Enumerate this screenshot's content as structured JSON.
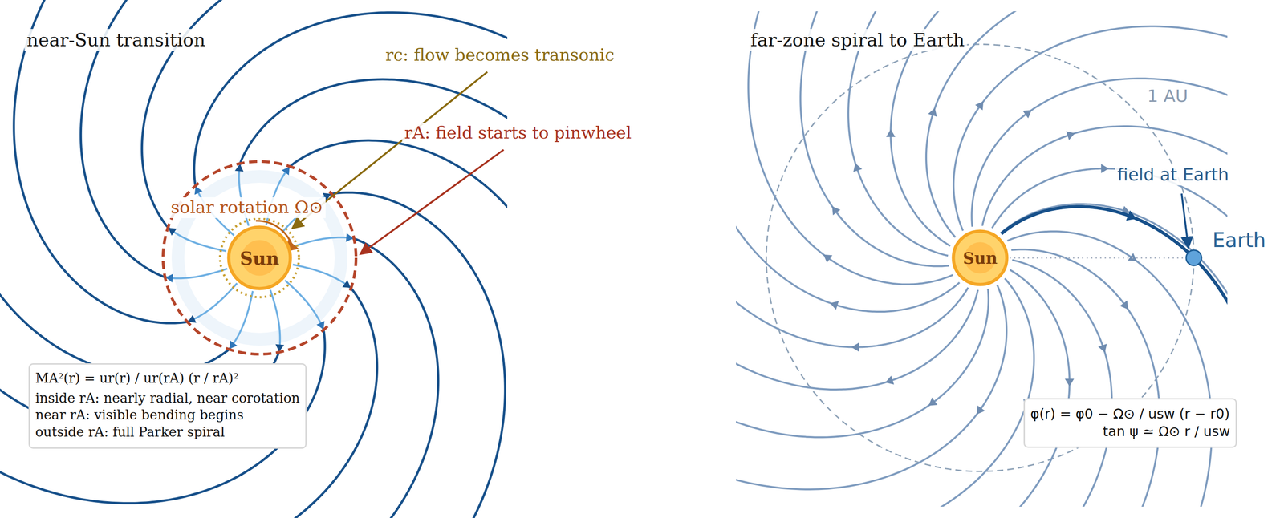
{
  "diagram": {
    "nodes": [
      {
        "text": [
          "Sun"
        ]
      },
      {
        "text": [
          "MA²(r) = ur(r) / ur(rA) (r / rA)²",
          "inside rA: nearly radial, near corotation",
          "near rA: visible bending begins",
          "outside rA: full Parker spiral"
        ]
      },
      {
        "text": [
          "Sun"
        ]
      },
      {
        "text": [
          "Earth"
        ]
      },
      {
        "text": [
          "φ(r) = φ0 − Ω⊙ / usw (r − r0)",
          "tan ψ ≃ Ω⊙ r / usw"
        ]
      }
    ],
    "labels": [
      "near-Sun transition",
      "rc: flow becomes transonic",
      "rA: field starts to pinwheel",
      "solar rotation Ω⊙",
      "far-zone spiral to Earth",
      "1 AU",
      "field at Earth"
    ]
  }
}
